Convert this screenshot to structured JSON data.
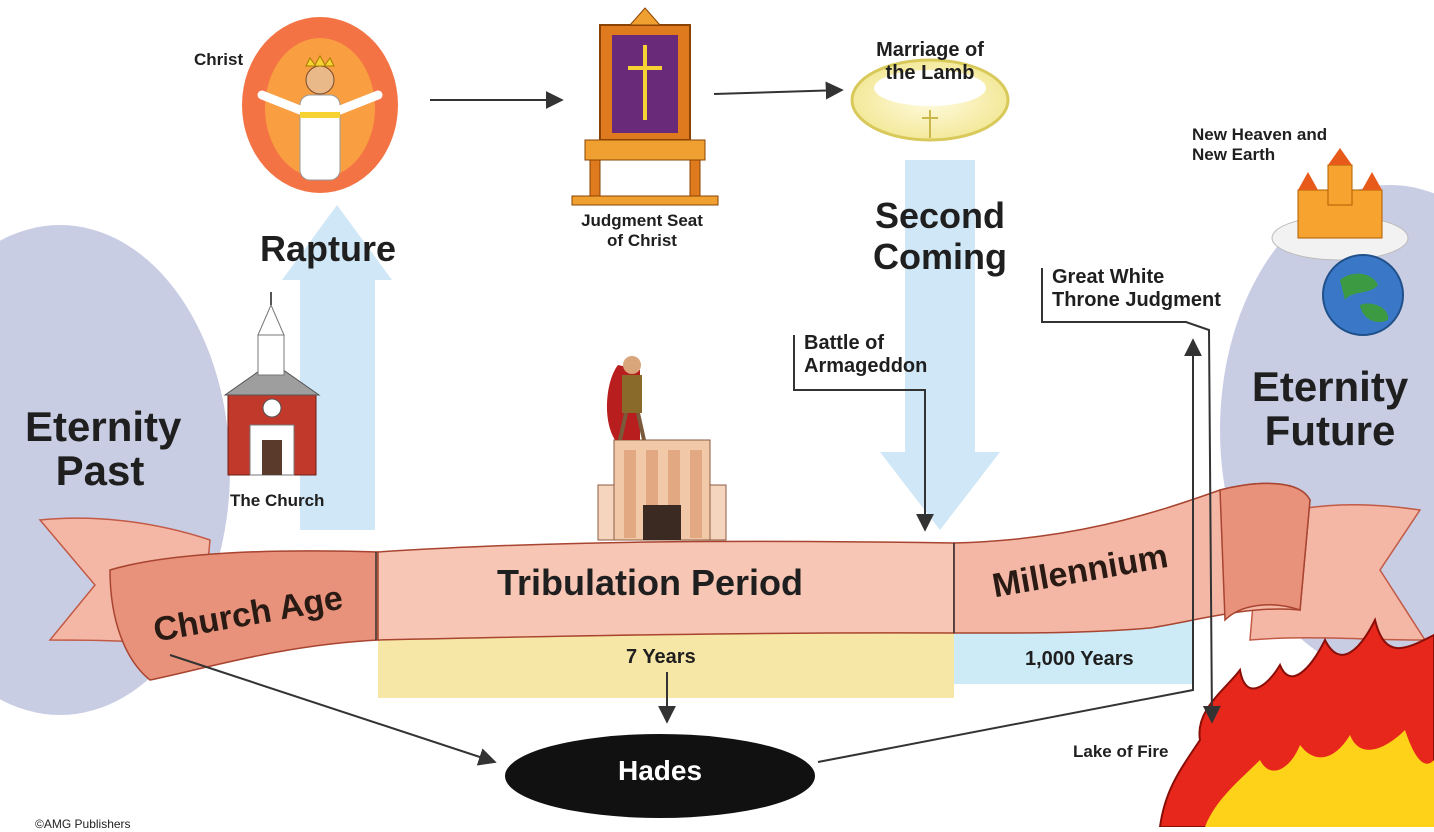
{
  "labels": {
    "christ": "Christ",
    "rapture": "Rapture",
    "judgment_seat": [
      "Judgment Seat",
      "of Christ"
    ],
    "marriage_lamb": [
      "Marriage of",
      "the Lamb"
    ],
    "second_coming": [
      "Second",
      "Coming"
    ],
    "new_heaven": [
      "New Heaven and",
      "New Earth"
    ],
    "great_white_throne": [
      "Great White",
      "Throne Judgment"
    ],
    "battle_armageddon": [
      "Battle of",
      "Armageddon"
    ],
    "eternity_past": [
      "Eternity",
      "Past"
    ],
    "eternity_future": [
      "Eternity",
      "Future"
    ],
    "the_church": "The Church",
    "church_age": "Church Age",
    "tribulation_period": "Tribulation Period",
    "millennium": "Millennium",
    "seven_years": "7 Years",
    "thousand_years": "1,000 Years",
    "hades": "Hades",
    "lake_of_fire": "Lake of Fire",
    "publisher": "©AMG Publishers"
  },
  "colors": {
    "banner": "#f4b7a6",
    "banner_dark": "#e0735c",
    "eternity_circle": "#c9cde4",
    "arrow_blue": "#cfe7f6",
    "seven_years_bar": "#f7e7a6",
    "thousand_years_bar": "#cdeaf7",
    "hades": "#111111",
    "fire_red": "#e8271c",
    "fire_yellow": "#ffd21a"
  }
}
